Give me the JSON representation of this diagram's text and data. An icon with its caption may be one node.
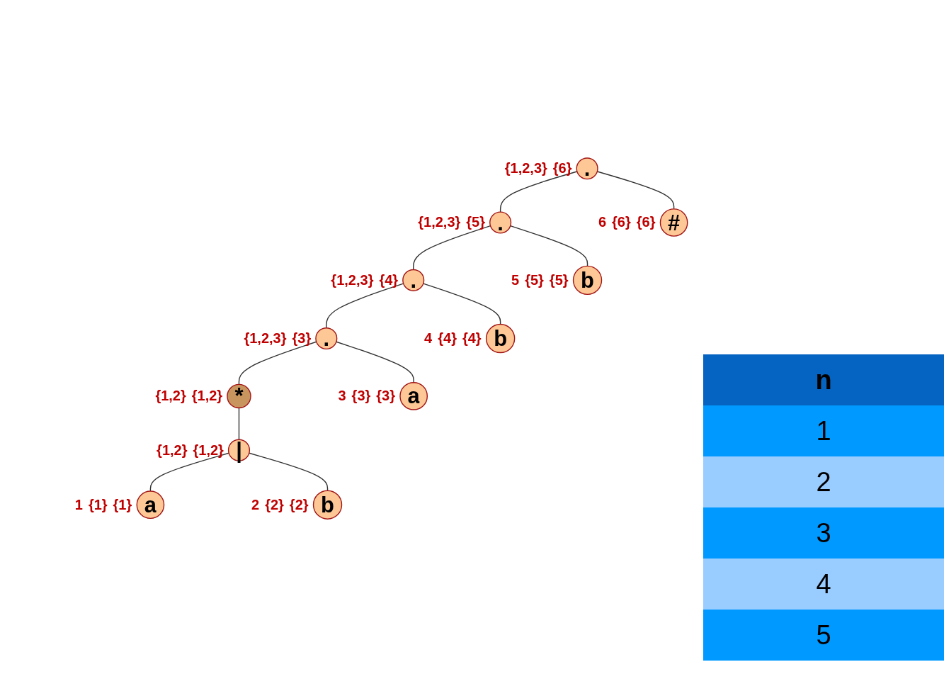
{
  "diagram": {
    "nodes": [
      {
        "text": [
          "."
        ],
        "beside": [
          "{1,2,3}",
          "{6}"
        ]
      },
      {
        "text": [
          "."
        ],
        "beside": [
          "{1,2,3}",
          "{5}"
        ]
      },
      {
        "text": [
          "#"
        ],
        "beside": [
          "6",
          "{6}",
          "{6}"
        ]
      },
      {
        "text": [
          "."
        ],
        "beside": [
          "{1,2,3}",
          "{4}"
        ]
      },
      {
        "text": [
          "b"
        ],
        "beside": [
          "5",
          "{5}",
          "{5}"
        ]
      },
      {
        "text": [
          "."
        ],
        "beside": [
          "{1,2,3}",
          "{3}"
        ]
      },
      {
        "text": [
          "b"
        ],
        "beside": [
          "4",
          "{4}",
          "{4}"
        ]
      },
      {
        "text": [
          "*"
        ],
        "beside": [
          "{1,2}",
          "{1,2}"
        ]
      },
      {
        "text": [
          "a"
        ],
        "beside": [
          "3",
          "{3}",
          "{3}"
        ]
      },
      {
        "text": [
          "|"
        ],
        "beside": [
          "{1,2}",
          "{1,2}"
        ]
      },
      {
        "text": [
          "a"
        ],
        "beside": [
          "1",
          "{1}",
          "{1}"
        ]
      },
      {
        "text": [
          "b"
        ],
        "beside": [
          "2",
          "{2}",
          "{2}"
        ]
      }
    ],
    "edges": [
      {
        "from": 0,
        "to": 1,
        "arrow": "none"
      },
      {
        "from": 0,
        "to": 2,
        "arrow": "none"
      },
      {
        "from": 1,
        "to": 3,
        "arrow": "none"
      },
      {
        "from": 1,
        "to": 4,
        "arrow": "none"
      },
      {
        "from": 3,
        "to": 5,
        "arrow": "none"
      },
      {
        "from": 3,
        "to": 6,
        "arrow": "none"
      },
      {
        "from": 5,
        "to": 7,
        "arrow": "none"
      },
      {
        "from": 5,
        "to": 8,
        "arrow": "none"
      },
      {
        "from": 7,
        "to": 9,
        "arrow": "none"
      },
      {
        "from": 9,
        "to": 10,
        "arrow": "none"
      },
      {
        "from": 9,
        "to": 11,
        "arrow": "none"
      }
    ],
    "labels": [
      "n",
      "1",
      "2",
      "3",
      "4",
      "5"
    ]
  }
}
